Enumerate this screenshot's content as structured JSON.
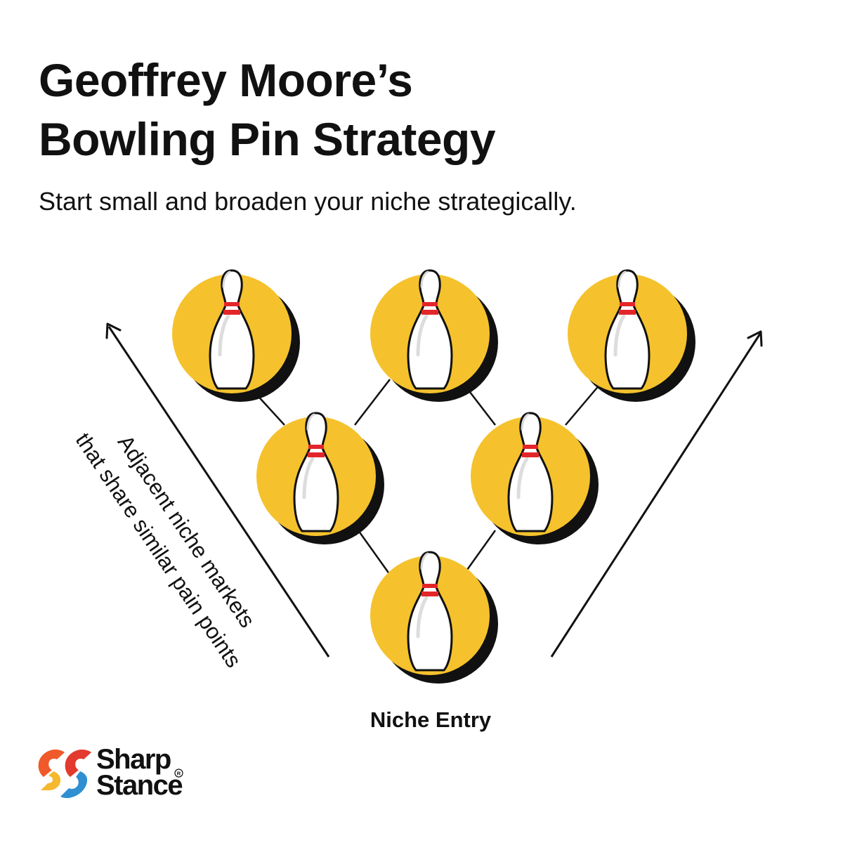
{
  "title_line1": "Geoffrey Moore’s",
  "title_line2": "Bowling Pin Strategy",
  "subtitle": "Start small and broaden your niche strategically.",
  "side_label_line1": "Adjacent niche markets",
  "side_label_line2": "that share similar pain points",
  "bottom_label": "Niche Entry",
  "logo": {
    "line1": "Sharp",
    "line2": "Stance",
    "registered_mark": "®"
  },
  "colors": {
    "circle_fill": "#F5C22D",
    "shadow": "#111111",
    "pin_stripe": "#E2262A",
    "pin_body": "#FFFFFF",
    "logo_orange": "#F0592A",
    "logo_yellow": "#F5B82E",
    "logo_blue": "#2F8FD0",
    "logo_red": "#E23A2E"
  },
  "diagram": {
    "pins": [
      {
        "name": "pin-top-left"
      },
      {
        "name": "pin-top-center"
      },
      {
        "name": "pin-top-right"
      },
      {
        "name": "pin-middle-left"
      },
      {
        "name": "pin-middle-right"
      },
      {
        "name": "pin-bottom-niche-entry"
      }
    ],
    "icons": [
      "bowling-pin-icon",
      "arrow-up-left-icon",
      "arrow-up-right-icon"
    ]
  }
}
